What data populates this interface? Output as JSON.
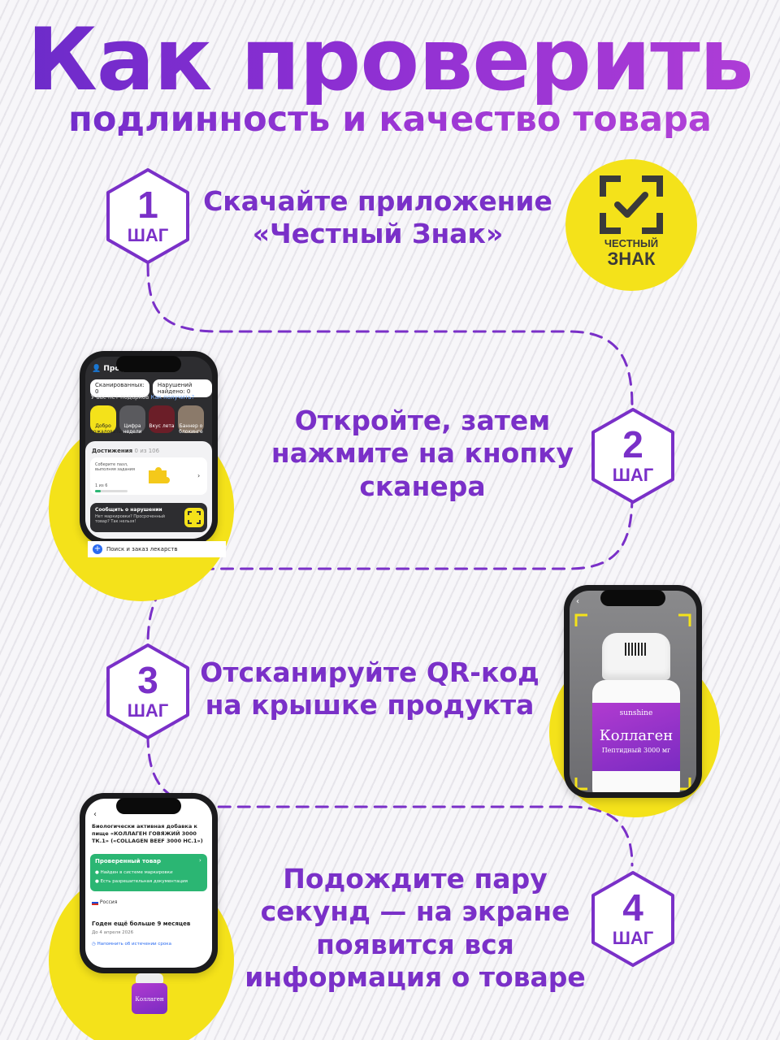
{
  "heading": {
    "title": "Как проверить",
    "subtitle": "подлинность и качество товара"
  },
  "colors": {
    "accent": "#7a30c8",
    "yellow": "#f4e21a",
    "green": "#2bb673",
    "dark": "#2d2d30"
  },
  "steps": [
    {
      "number": "1",
      "word": "ШАГ",
      "line1": "Скачайте приложение",
      "line2": "«Честный Знак»"
    },
    {
      "number": "2",
      "word": "ШАГ",
      "line1": "Откройте, затем",
      "line2": "нажмите на кнопку",
      "line3": "сканера"
    },
    {
      "number": "3",
      "word": "ШАГ",
      "line1": "Отсканируйте QR-код",
      "line2": "на крышке продукта"
    },
    {
      "number": "4",
      "word": "ШАГ",
      "line1": "Подождите пару",
      "line2": "секунд — на экране",
      "line3": "появится вся",
      "line4": "информация о товаре"
    }
  ],
  "logo": {
    "icon": "scan-check-icon",
    "line1": "ЧЕСТНЫЙ",
    "line2": "ЗНАК"
  },
  "phone_profile": {
    "title": "Профиль",
    "scanned": "Сканированных: 0",
    "violations": "Нарушений найдено: 0",
    "no_gifts": "У вас нет подарков",
    "how_get": "Как получить?",
    "tiles": [
      "Добро пожаловать",
      "Цифра недели",
      "Вкус лета",
      "Баннер о блокинге"
    ],
    "achievements": "Достижения",
    "achievements_count": "0 из 106",
    "collect_text": "Соберите пазл, выполняя задания",
    "progress_text": "1 из 6",
    "report_title": "Сообщить о нарушении",
    "report_text": "Нет маркировки? Просроченный товар? Так нельзя!",
    "search_link": "Поиск и заказ лекарств"
  },
  "phone_scan": {
    "brand": "sunshine",
    "product": "Коллаген",
    "product_sub": "Пептидный 3000 мг"
  },
  "phone_result": {
    "desc": "Биологически активная добавка к пище «КОЛЛАГЕН ГОВЯЖИЙ 3000 ТК.1» («COLLAGEN BEEF 3000 НС.1»)",
    "verified": "Проверенный товар",
    "check1": "Найден в системе маркировки",
    "check2": "Есть разрешительная документация",
    "country": "Россия",
    "valid": "Годен ещё больше 9 месяцев",
    "valid_date": "До 4 апреля 2026",
    "remind": "Напомнить об истечении срока",
    "jar_label": "Коллаген"
  }
}
